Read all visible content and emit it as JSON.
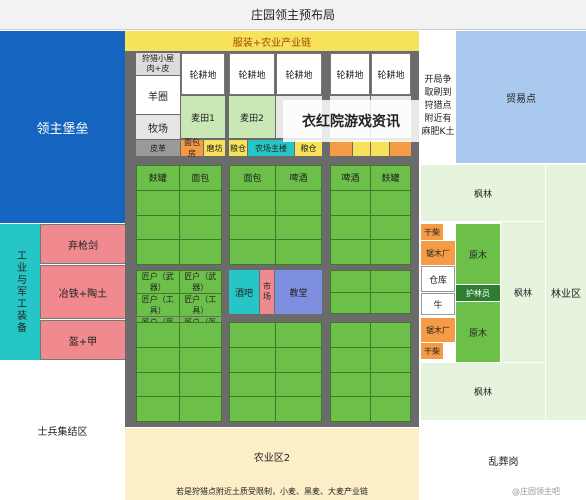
{
  "title": "庄园领主预布局",
  "labels": {
    "lord_castle": "领主堡垒",
    "industry": "工业与军工装备",
    "trade": "贸易点",
    "forestry": "林业区",
    "soldier": "士兵集结区",
    "farm2": "农业区2",
    "rebellion": "乱葬岗",
    "clothing_chain": "服装+农业产业链",
    "hunter_hut": "狩猎小屋\n肉+皮",
    "sheep": "羊圈",
    "pasture": "牧场",
    "tannery": "皮革",
    "rot1": "轮耕地",
    "rot2": "轮耕地",
    "rot3": "轮耕地",
    "rot4": "轮耕地",
    "rot5": "轮耕地",
    "wheat1": "麦田1",
    "wheat2": "麦田2",
    "bakery": "面包房",
    "mill": "磨坊",
    "grain": "粮仓",
    "farm_main": "农场主楼",
    "grain2": "粮仓",
    "row_labels": [
      "麸罐",
      "面包",
      "面包",
      "啤酒",
      "啤酒",
      "麸罐"
    ],
    "hunter_note": "开局争取刷到狩猎点附近有麻肥K土",
    "maple1": "枫林",
    "maple2": "枫林",
    "maple3": "枫林",
    "firewood1": "干柴",
    "firewood2": "干柴",
    "sawmill1": "锯木厂",
    "sawmill2": "锯木厂",
    "log1": "原木",
    "log2": "原木",
    "warehouse": "仓库",
    "ox": "牛",
    "forester": "护林员",
    "forge_gun": "弃枪剑",
    "smelt": "冶铁+陶土",
    "armor": "盔+甲",
    "smith_weapons1": "匠户（武器）",
    "smith_weapons2": "匠户（武器）",
    "smith_tools1": "匠户（工具）",
    "smith_tools2": "匠户（工具）",
    "smith_armor1": "匠户（盔甲）",
    "smith_armor2": "匠户（盔甲）",
    "tavern": "酒吧",
    "market": "市场",
    "church": "教堂",
    "bottom_note": "若是狩猎点附近土质受限制，小麦、黑麦、大麦产业链",
    "watermark": "衣红院游戏资讯",
    "corner_mark": "@庄园领主吧"
  },
  "colors": {
    "blue": "#1565c0",
    "light_blue": "#a9c9ee",
    "teal": "#26c6c6",
    "pink": "#f08a8f",
    "wheat": "#fcefc7",
    "yellow": "#f7e25b",
    "orange": "#f59a45",
    "green": "#6cc04a",
    "road": "#6b6b6b"
  }
}
